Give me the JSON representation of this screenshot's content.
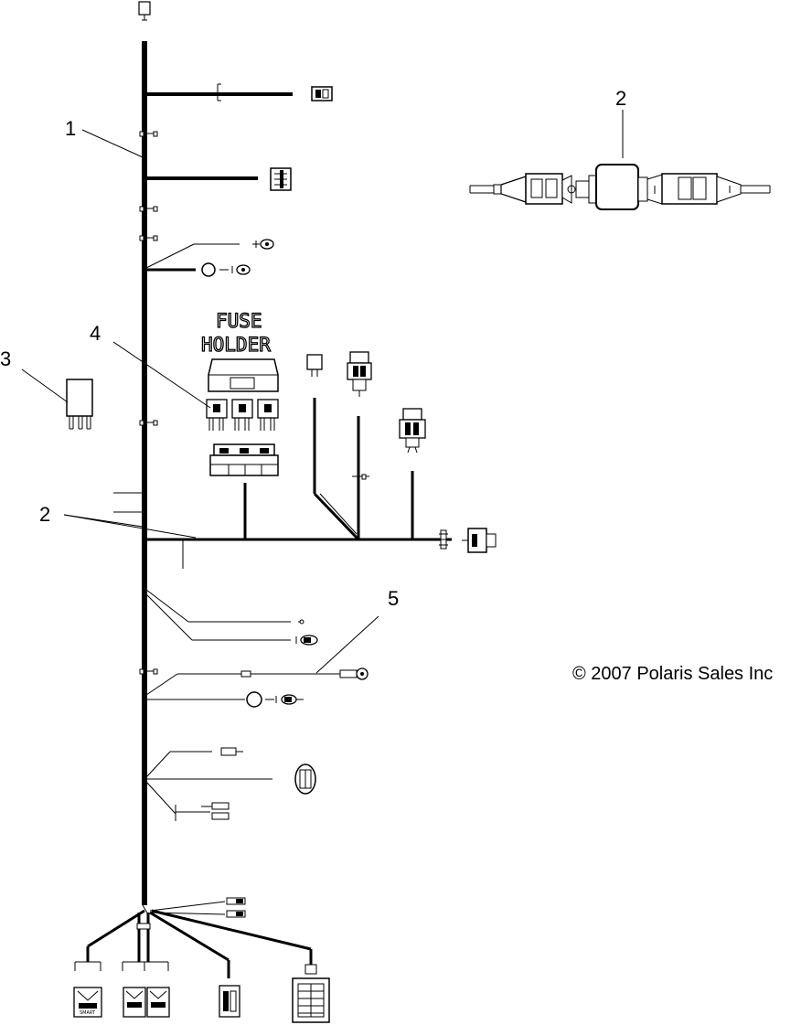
{
  "callouts": [
    "1",
    "2",
    "3",
    "4",
    "5"
  ],
  "fuse_holder": {
    "line1": "FUSE",
    "line2": "HOLDER"
  },
  "copyright": "© 2007 Polaris Sales Inc",
  "icons": [
    "connector-icon",
    "fuse-icon",
    "relay-icon",
    "ring-terminal-icon",
    "fuse-holder-icon"
  ]
}
